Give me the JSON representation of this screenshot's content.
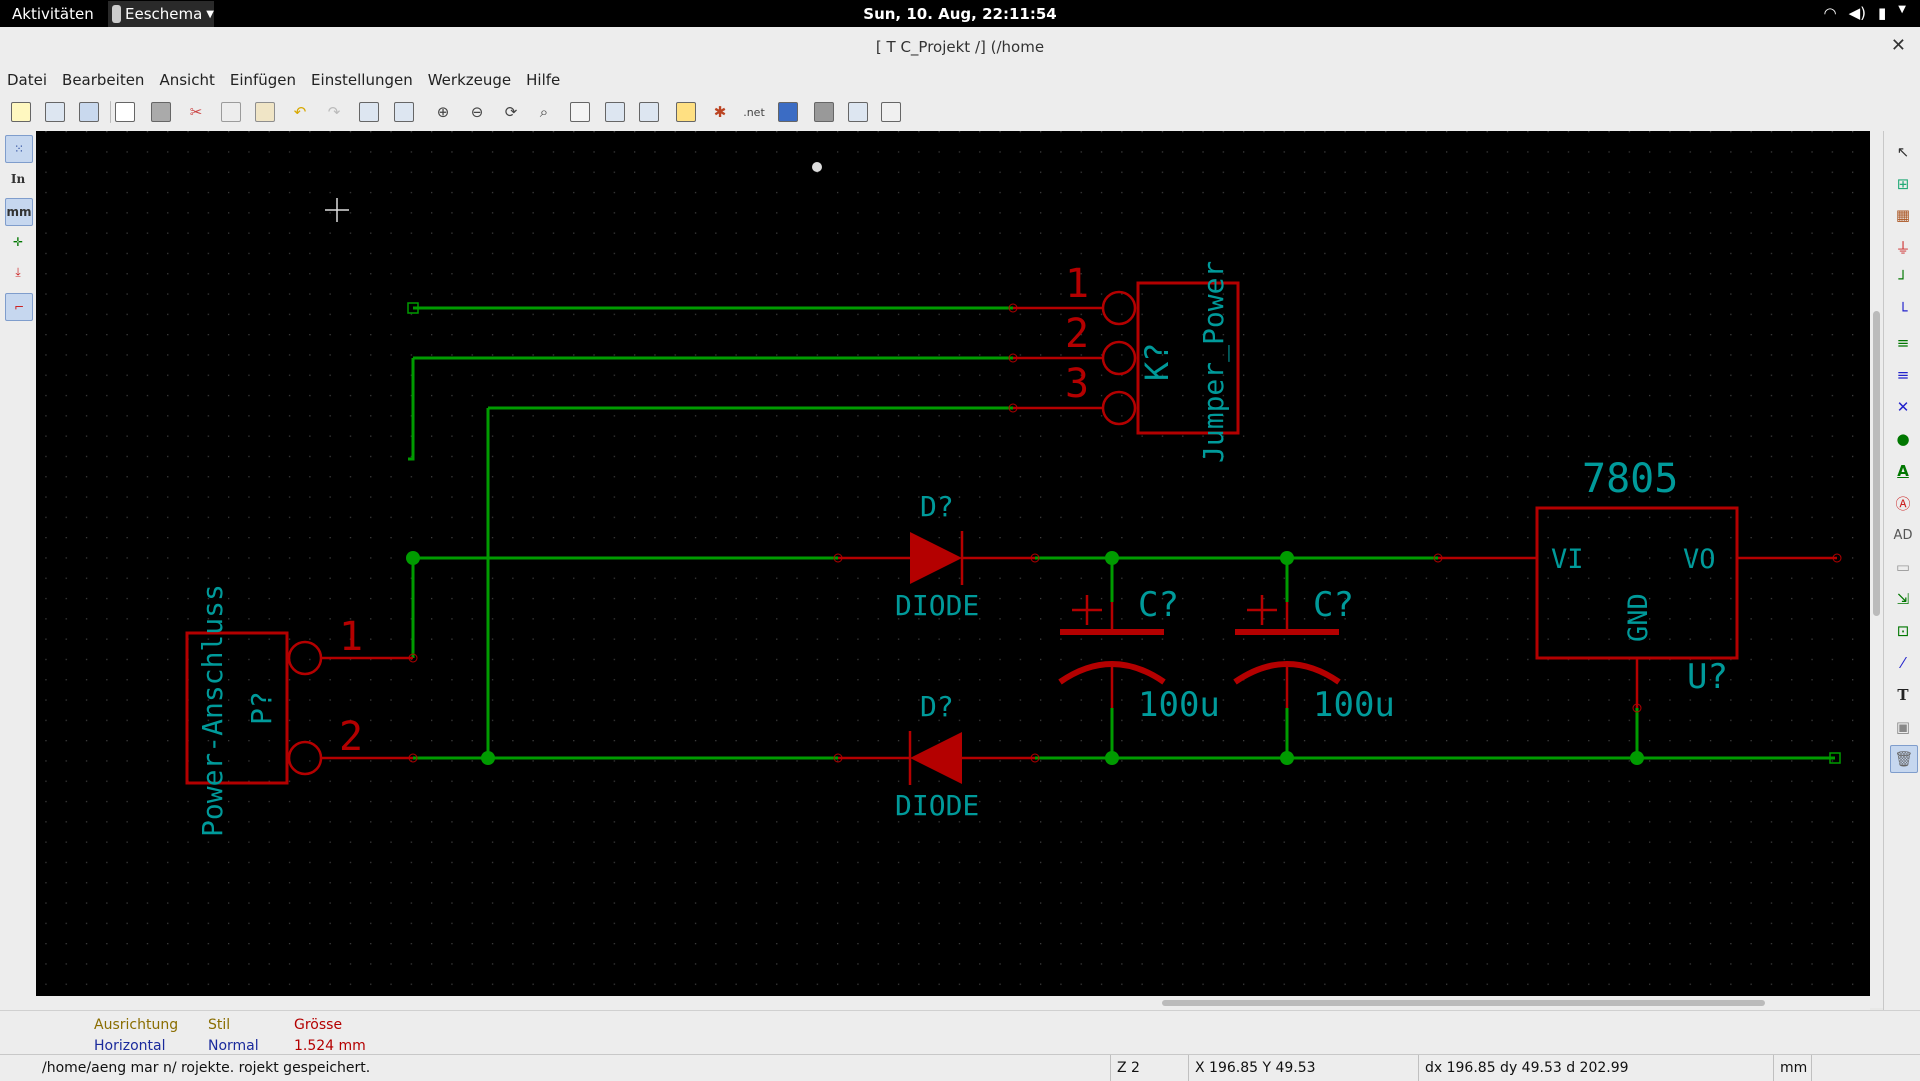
{
  "topbar": {
    "activities": "Aktivitäten",
    "app_name": "Eeschema",
    "datetime": "Sun, 10. Aug, 22:11:54"
  },
  "window": {
    "title": "[ T C_Projekt /] (/home"
  },
  "menu": [
    "Datei",
    "Bearbeiten",
    "Ansicht",
    "Einfügen",
    "Einstellungen",
    "Werkzeuge",
    "Hilfe"
  ],
  "left_toolbar": {
    "units_in": "In",
    "units_mm": "mm"
  },
  "schematic": {
    "jumper": {
      "ref": "K?",
      "value": "Jumper_Power",
      "pins": [
        "1",
        "2",
        "3"
      ]
    },
    "power_connector": {
      "ref": "P?",
      "value": "Power-Anschluss",
      "pins": [
        "1",
        "2"
      ]
    },
    "diode_top": {
      "ref": "D?",
      "value": "DIODE"
    },
    "diode_bottom": {
      "ref": "D?",
      "value": "DIODE"
    },
    "cap_1": {
      "ref": "C?",
      "value": "100u"
    },
    "cap_2": {
      "ref": "C?",
      "value": "100u"
    },
    "regulator": {
      "ref": "U?",
      "value": "7805",
      "pin_in": "VI",
      "pin_out": "VO",
      "pin_gnd": "GND"
    },
    "colors": {
      "background": "#000000",
      "wire": "#009b00",
      "component": "#b40000",
      "label": "#009a9a",
      "grid": "#3c3c3c"
    }
  },
  "message_panel": {
    "orientation_label": "Ausrichtung",
    "orientation_value": "Horizontal",
    "style_label": "Stil",
    "style_value": "Normal",
    "size_label": "Grösse",
    "size_value": "1.524 mm"
  },
  "statusbar": {
    "message": "/home/aeng   mar          n/  rojekte.       rojekt      gespeichert.",
    "zoom": "Z 2",
    "coords": "X 196.85  Y 49.53",
    "delta": "dx 196.85  dy 49.53  d 202.99",
    "units": "mm"
  }
}
